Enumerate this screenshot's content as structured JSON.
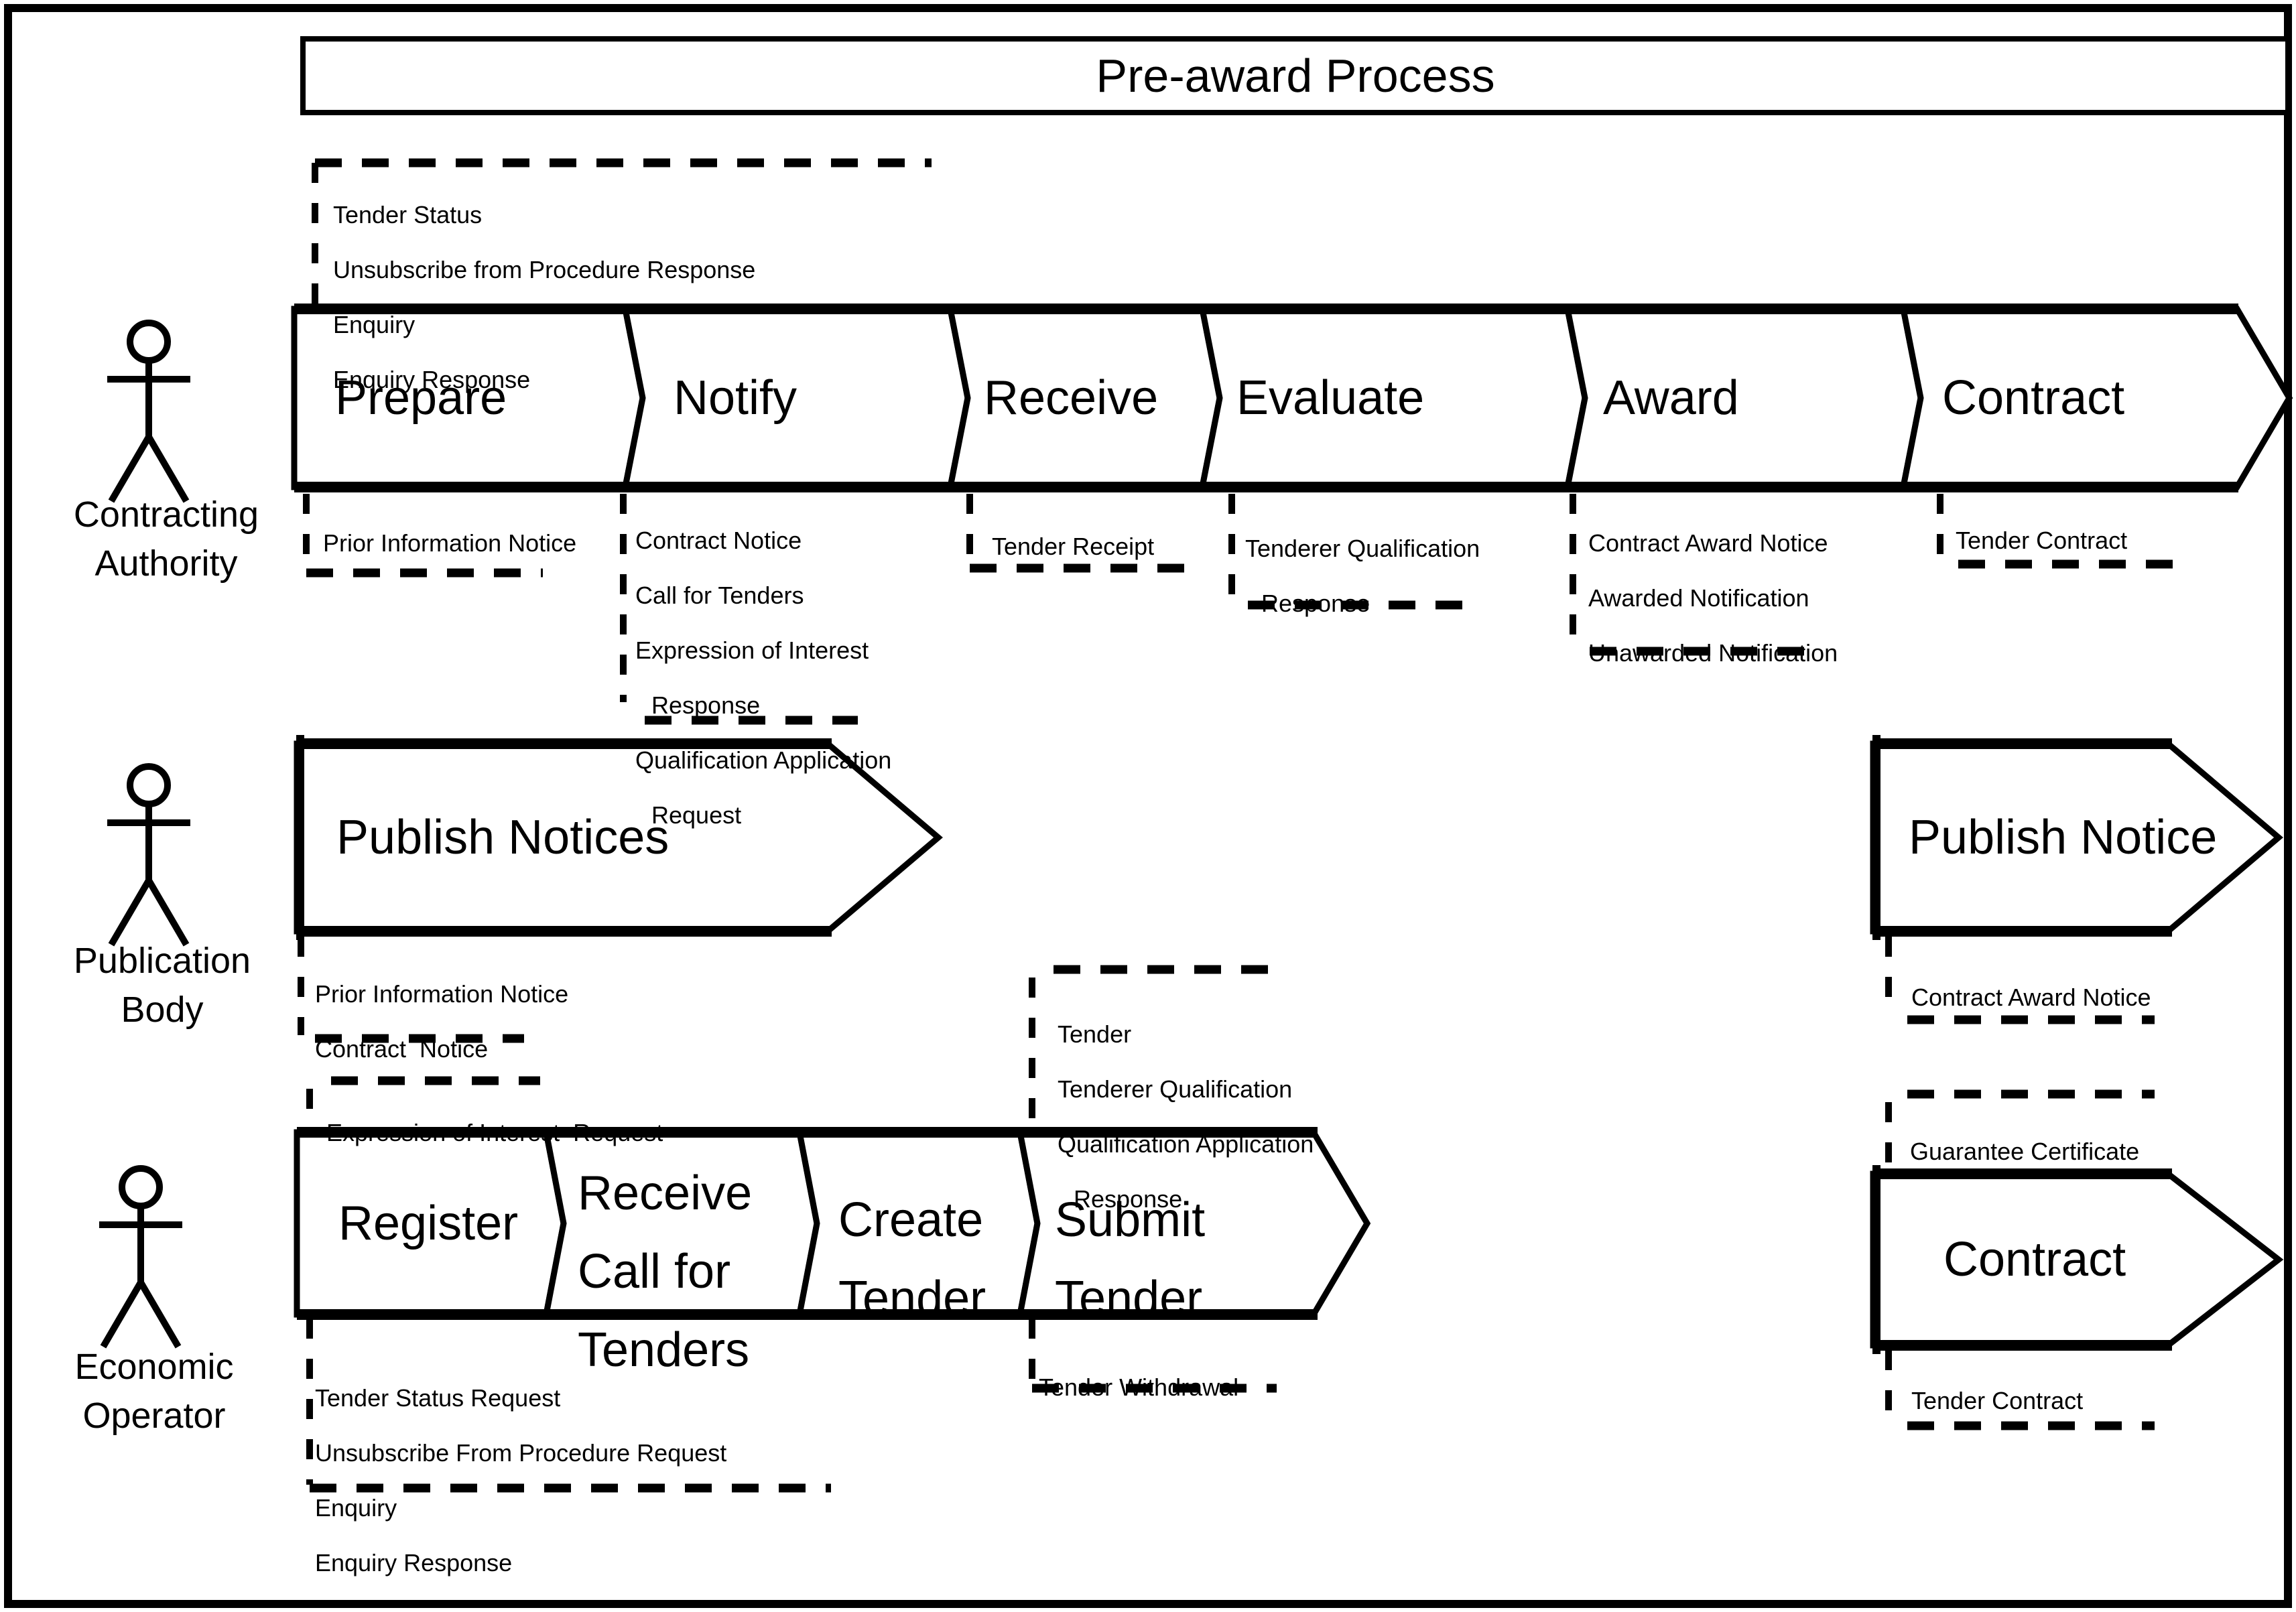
{
  "title": "Pre-award Process",
  "colors": {
    "ink": "#000000",
    "bg": "#ffffff"
  },
  "lanes": {
    "contracting_authority": {
      "actor_line1": "Contracting",
      "actor_line2": "Authority",
      "steps": [
        "Prepare",
        "Notify",
        "Receive",
        "Evaluate",
        "Award",
        "Contract"
      ],
      "inputs_above": [
        "Tender Status",
        "Unsubscribe from Procedure Response",
        "Enquiry",
        "Enquiry Response"
      ],
      "outputs": {
        "prepare": [
          "Prior Information Notice"
        ],
        "notify": [
          "Contract Notice",
          "Call for Tenders",
          "Expression of Interest",
          "Response",
          "Qualification Application",
          "Request"
        ],
        "receive": [
          "Tender Receipt"
        ],
        "evaluate": [
          "Tenderer Qualification",
          "Response"
        ],
        "award": [
          "Contract Award Notice",
          "Awarded Notification",
          "Unawarded Notification"
        ],
        "contract": [
          "Tender Contract"
        ]
      }
    },
    "publication_body": {
      "actor_line1": "Publication",
      "actor_line2": "Body",
      "publish_notices_label": "Publish Notices",
      "publish_notices_outputs": [
        "Prior Information Notice",
        "Contract  Notice"
      ],
      "publish_notice_label": "Publish Notice",
      "publish_notice_outputs": [
        "Contract Award Notice"
      ]
    },
    "economic_operator": {
      "actor_line1": "Economic",
      "actor_line2": "Operator",
      "step_register": "Register",
      "step_receive_lines": [
        "Receive",
        "Call for",
        "Tenders"
      ],
      "step_create_lines": [
        "Create",
        "Tender"
      ],
      "step_submit_lines": [
        "Submit",
        "Tender"
      ],
      "expression_request": "Expression of Interest  Request",
      "submit_inputs": [
        "Tender",
        "Tenderer Qualification",
        "Qualification Application",
        "Response"
      ],
      "register_outputs": [
        "Tender Status Request",
        "Unsubscribe From Procedure Request",
        "Enquiry",
        "Enquiry Response"
      ],
      "submit_outputs": [
        "Tender Withdrawal"
      ],
      "contract_label": "Contract",
      "guarantee_input": "Guarantee Certificate",
      "contract_outputs": [
        "Tender Contract"
      ]
    }
  }
}
